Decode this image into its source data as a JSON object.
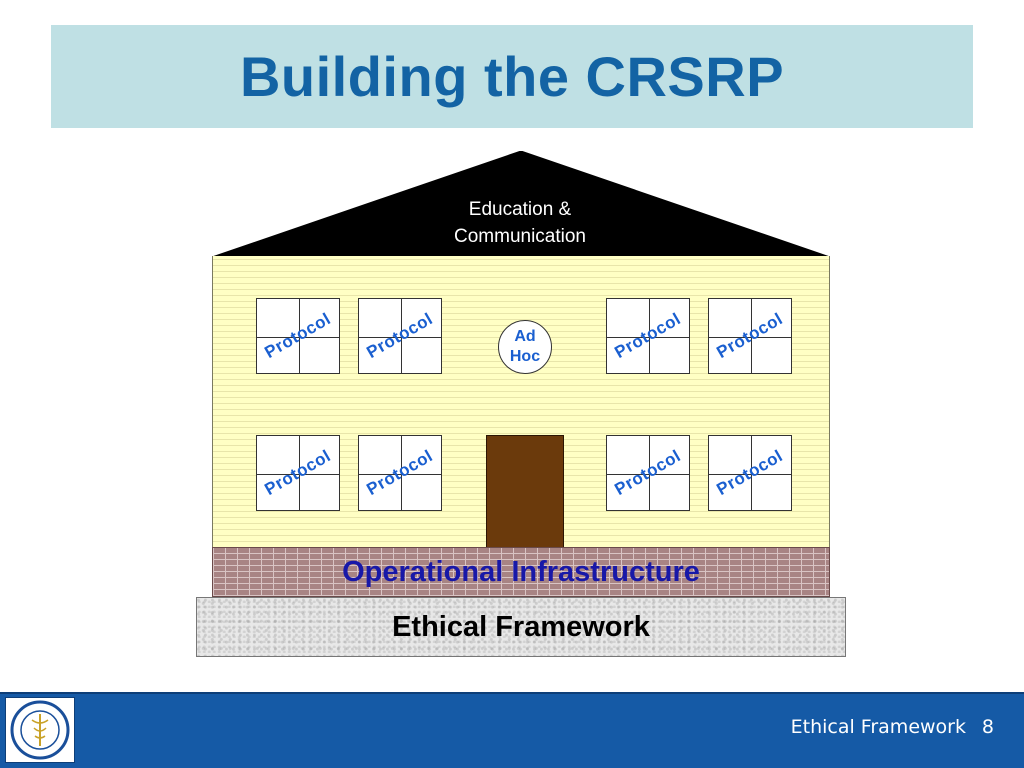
{
  "title": "Building the CRSRP",
  "roof": {
    "label_line1": "Education &",
    "label_line2": "Communication"
  },
  "windows": {
    "label": "Protocol"
  },
  "center_circle": {
    "line1": "Ad",
    "line2": "Hoc"
  },
  "layers": {
    "infrastructure": "Operational Infrastructure",
    "foundation": "Ethical Framework"
  },
  "footer": {
    "section": "Ethical Framework",
    "page_number": "8"
  },
  "colors": {
    "title": "#1363a4",
    "title_bg": "#bfe0e4",
    "roof": "#000000",
    "wall": "#ffffc4",
    "door": "#6b3a0c",
    "protocol_text": "#1a5fd0",
    "infrastructure_text": "#1818a8",
    "footer_bg": "#155aa6"
  }
}
